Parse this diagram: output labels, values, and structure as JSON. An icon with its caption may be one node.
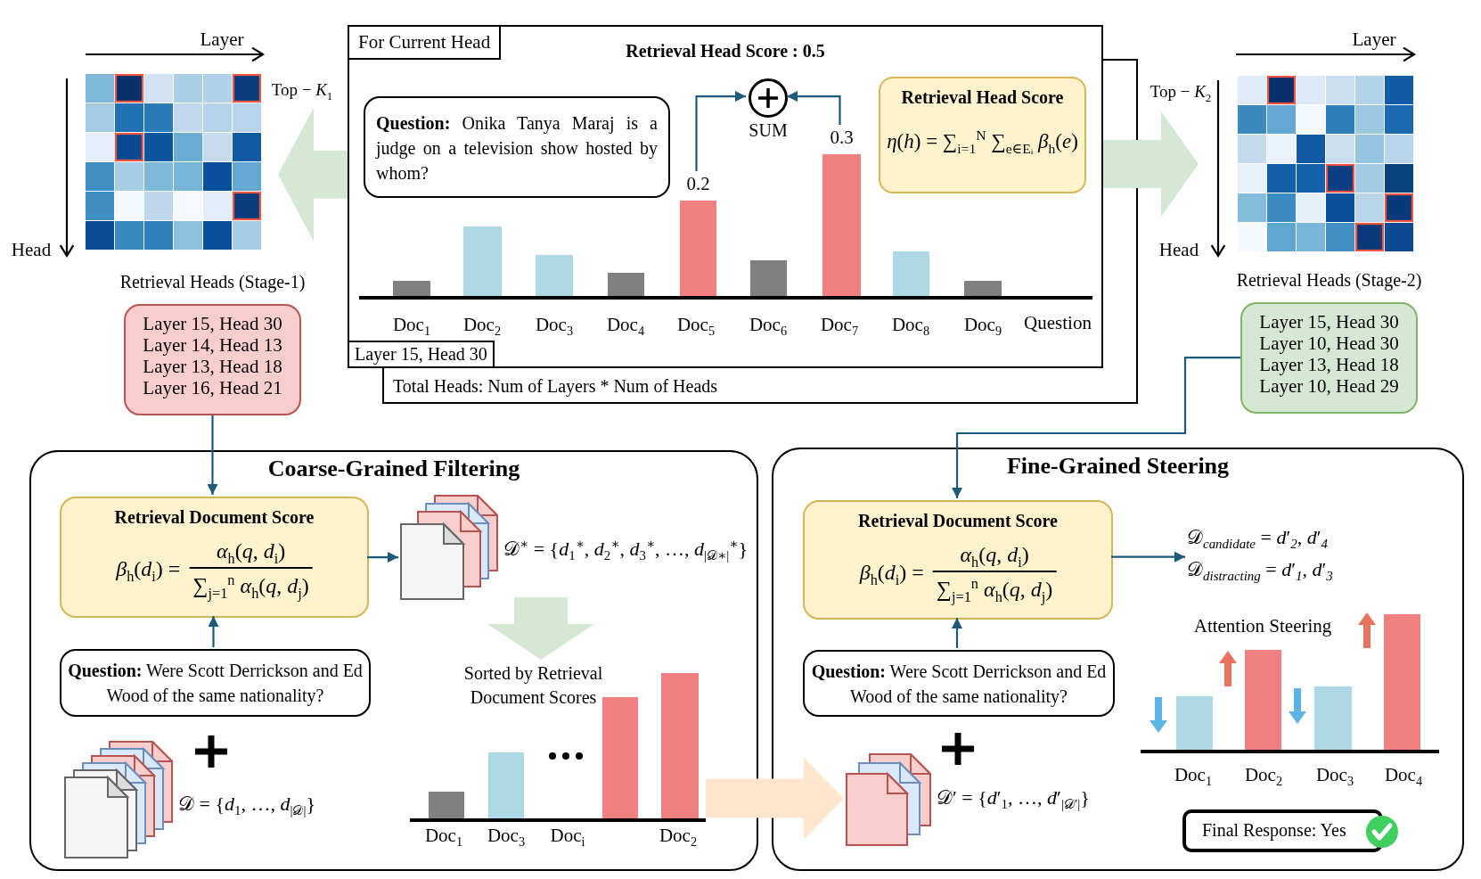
{
  "diagram": {
    "nodes": [
      {
        "text": [
          "For Current Head",
          "Retrieval Head Score : 0.5",
          "Layer 15, Head 30"
        ]
      },
      {
        "text": [
          "Total Heads: Num of Layers * Num of Heads"
        ]
      },
      {
        "text": [
          "**Question:** Onika Tanya Maraj is a judge on a television show hosted by whom?"
        ],
        "in": 0
      },
      {
        "text": [],
        "shape": "circle",
        "beside": [
          "SUM"
        ],
        "in": 0
      },
      {
        "text": [
          "Retrieval Head Score",
          "*η*(*h*) = ∑$_{i=1}$$^{N}$ ∑$_{e∈Eᵢ}$ *β*$_{h}$(*e*)"
        ],
        "in": 0
      },
      {
        "text": [],
        "shape": "bar",
        "beside": [
          "0.2"
        ],
        "in": 0
      },
      {
        "text": [],
        "shape": "bar",
        "beside": [
          "0.3"
        ],
        "in": 0
      },
      {
        "text": [],
        "shape": "grid",
        "beside": [
          "Top − *K*$_{1}$"
        ]
      },
      {
        "text": [
          "Retrieval Heads (Stage-1)",
          "Layer 15, Head 30",
          "Layer 14, Head 13",
          "Layer 13, Head 18",
          "Layer 16, Head 21"
        ]
      },
      {
        "text": [],
        "shape": "grid",
        "beside": [
          "Top − *K*$_{2}$"
        ]
      },
      {
        "text": [
          "Retrieval Heads (Stage-2)",
          "Layer 15, Head 30",
          "Layer 10, Head 30",
          "Layer 13, Head 18",
          "Layer 10, Head 29"
        ]
      },
      {
        "text": [
          "Coarse-Grained Filtering"
        ]
      },
      {
        "text": [
          "Retrieval Document Score",
          "*β*$_{h}$(*d*$_{i}$) =",
          "*α*$_{h}$(*q*, *d*$_{i}$)",
          "∑$_{j=1}$$^{n}$ *α*$_{h}$(*q*, *d*$_{j}$)"
        ],
        "in": 11
      },
      {
        "text": [],
        "shape": "document",
        "beside": [
          "𝒟$^{∗}$ = {*d*$_{1}$$^{∗}$, *d*$_{2}$$^{∗}$, *d*$_{3}$$^{∗}$, …, *d*$_{|𝒟∗|}$$^{∗}$}"
        ],
        "in": 11
      },
      {
        "text": [
          "**Question:** Were Scott Derrickson and Ed Wood of the same nationality?"
        ],
        "in": 11
      },
      {
        "text": [],
        "shape": "document",
        "beside": [
          "𝒟 = {*d*$_{1}$, …, *d*$_{|𝒟|}$}"
        ],
        "in": 11
      },
      {
        "text": [
          "Sorted by Retrieval Document Scores"
        ],
        "in": 11
      },
      {
        "text": [
          "Fine-Grained Steering"
        ]
      },
      {
        "text": [
          "Retrieval Document Score",
          "*β*$_{h}$(*d*$_{i}$) =",
          "*α*$_{h}$(*q*, *d*$_{i}$)",
          "∑$_{j=1}$$^{n}$ *α*$_{h}$(*q*, *d*$_{j}$)"
        ],
        "in": 17
      },
      {
        "text": [
          "**Question:** Were Scott Derrickson and Ed Wood of the same nationality?"
        ],
        "in": 17
      },
      {
        "text": [],
        "shape": "document",
        "beside": [
          "𝒟′ = {*d*′$_{1}$, …, *d*′$_{|𝒟′|}$}"
        ],
        "in": 17
      },
      {
        "text": [
          "𝒟$_{candidate}$ = *d*′$_{2}$, *d*′$_{4}$",
          "𝒟$_{distracting}$ = *d*′$_{1}$, *d*′$_{3}$"
        ],
        "in": 17
      },
      {
        "text": [
          "Final Response: Yes"
        ],
        "in": 17
      }
    ],
    "edges": [
      {
        "from": 0,
        "to": 7,
        "arrow": "to",
        "style": "thick",
        "color": "#d5e8d4"
      },
      {
        "from": 0,
        "to": 9,
        "arrow": "to",
        "style": "thick",
        "color": "#d5e8d4"
      },
      {
        "from": 5,
        "to": 3,
        "arrow": "to"
      },
      {
        "from": 6,
        "to": 3,
        "arrow": "to"
      },
      {
        "from": 8,
        "to": 12,
        "arrow": "to"
      },
      {
        "from": 12,
        "to": 13,
        "arrow": "to"
      },
      {
        "from": 14,
        "to": 12,
        "arrow": "to"
      },
      {
        "from": 13,
        "to": 16,
        "arrow": "to",
        "style": "thick",
        "color": "#d5e8d4"
      },
      {
        "from": 16,
        "to": 20,
        "arrow": "to",
        "style": "thick",
        "color": "#ffe6cc"
      },
      {
        "from": 10,
        "to": 18,
        "arrow": "to"
      },
      {
        "from": 19,
        "to": 18,
        "arrow": "to"
      },
      {
        "from": 18,
        "to": 21,
        "arrow": "to"
      }
    ],
    "labels": [
      "Layer",
      "Head",
      "Layer",
      "Head",
      "Doc$_{1}$",
      "Doc$_{2}$",
      "Doc$_{3}$",
      "Doc$_{4}$",
      "Doc$_{5}$",
      "Doc$_{6}$",
      "Doc$_{7}$",
      "Doc$_{8}$",
      "Doc$_{9}$",
      "Question",
      "Doc$_{1}$",
      "Doc$_{3}$",
      "Doc$_{i}$",
      "Doc$_{2}$",
      "Attention Steering",
      "Doc$_{1}$",
      "Doc$_{2}$",
      "Doc$_{3}$",
      "Doc$_{4}$"
    ]
  }
}
